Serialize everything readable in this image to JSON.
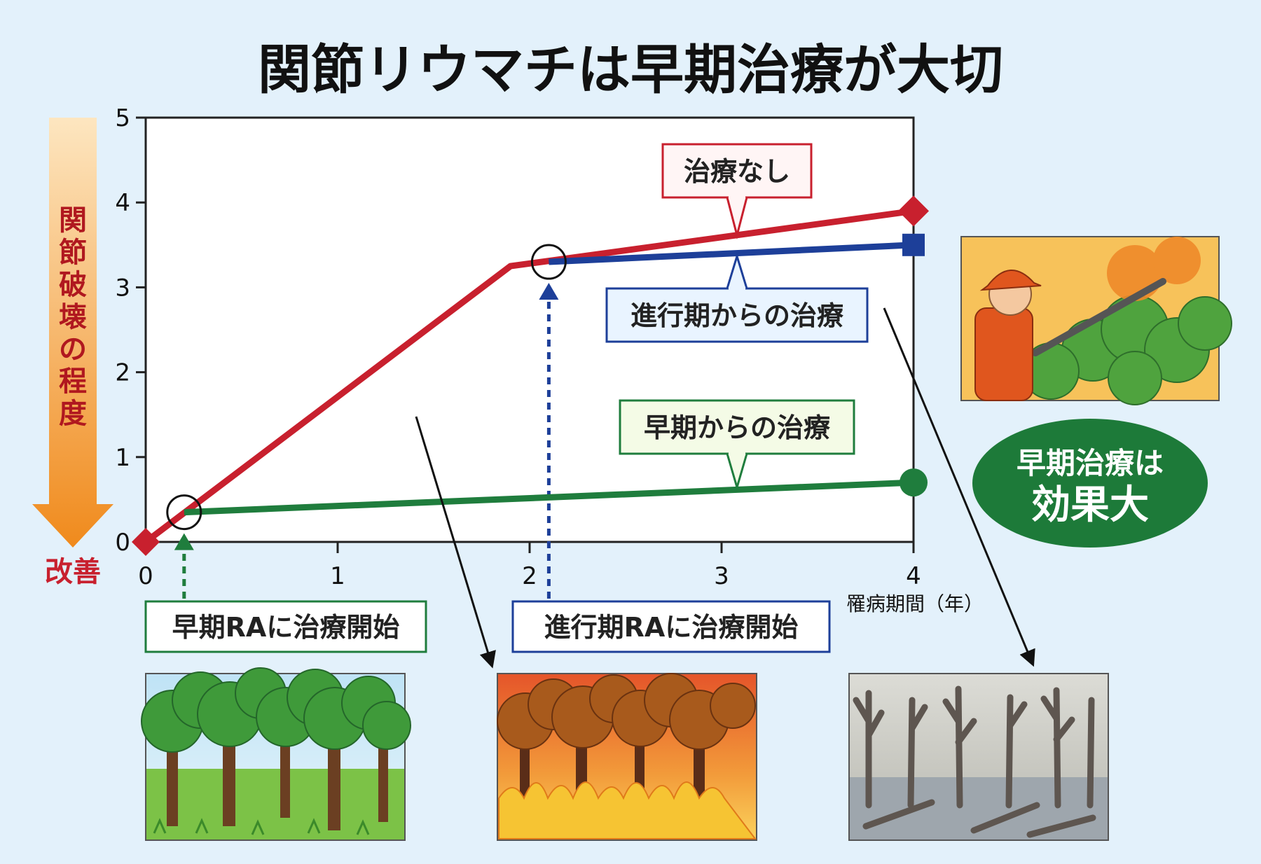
{
  "title": "関節リウマチは早期治療が大切",
  "colors": {
    "red": "#c8202e",
    "blue": "#1d3f99",
    "green": "#1f7d3d",
    "orange": "#f29a2e",
    "badge_green": "#1d7a39"
  },
  "chart_data": {
    "type": "line",
    "title": "関節リウマチは早期治療が大切",
    "xlabel": "罹病期間（年）",
    "ylabel": "関節破壊の程度",
    "y_direction_label": "改善",
    "xlim": [
      0,
      4
    ],
    "ylim": [
      0,
      5
    ],
    "xticks": [
      "0",
      "1",
      "2",
      "3",
      "4"
    ],
    "yticks": [
      "0",
      "1",
      "2",
      "3",
      "4",
      "5"
    ],
    "grid": false,
    "series": [
      {
        "name": "治療なし",
        "color": "#c8202e",
        "marker": "diamond",
        "x": [
          0,
          1.9,
          4
        ],
        "y": [
          0,
          3.25,
          3.9
        ]
      },
      {
        "name": "進行期からの治療",
        "color": "#1d3f99",
        "marker": "square",
        "x": [
          2.1,
          4
        ],
        "y": [
          3.3,
          3.5
        ]
      },
      {
        "name": "早期からの治療",
        "color": "#1f7d3d",
        "marker": "circle",
        "x": [
          0.2,
          4
        ],
        "y": [
          0.35,
          0.7
        ]
      }
    ],
    "annotations": [
      {
        "text": "早期RAに治療開始",
        "x": 0.2,
        "color": "#1f7d3d"
      },
      {
        "text": "進行期RAに治療開始",
        "x": 2.1,
        "color": "#1d3f99"
      }
    ],
    "treatment_points": [
      {
        "x": 0.2,
        "y": 0.35
      },
      {
        "x": 2.1,
        "y": 3.3
      }
    ]
  },
  "badge": {
    "line1": "早期治療は",
    "line2": "効果大"
  },
  "icons": [
    "healthy-forest-icon",
    "burning-forest-icon",
    "dead-forest-icon",
    "firefighter-icon"
  ]
}
